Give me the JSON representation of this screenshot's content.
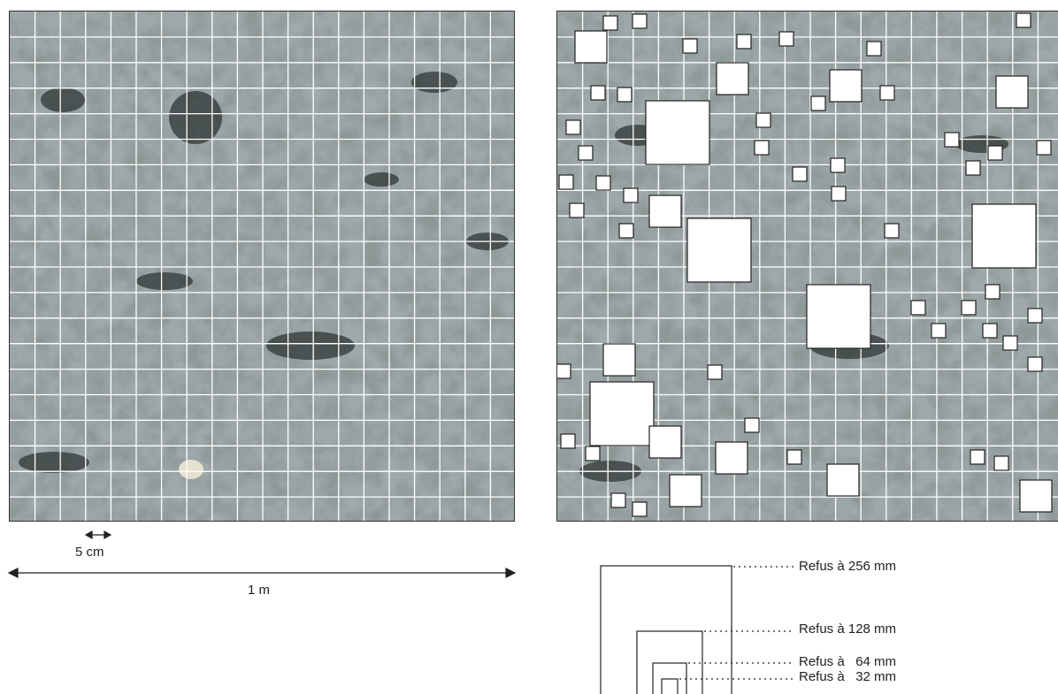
{
  "scale": {
    "small_label": "5 cm",
    "large_label": "1 m"
  },
  "legend": {
    "items": [
      {
        "label": "Refus à 256 mm"
      },
      {
        "label": "Refus à 128 mm"
      },
      {
        "label": "Refus à   64 mm"
      },
      {
        "label": "Refus à   32 mm"
      }
    ]
  },
  "grid": {
    "cells": 20
  }
}
